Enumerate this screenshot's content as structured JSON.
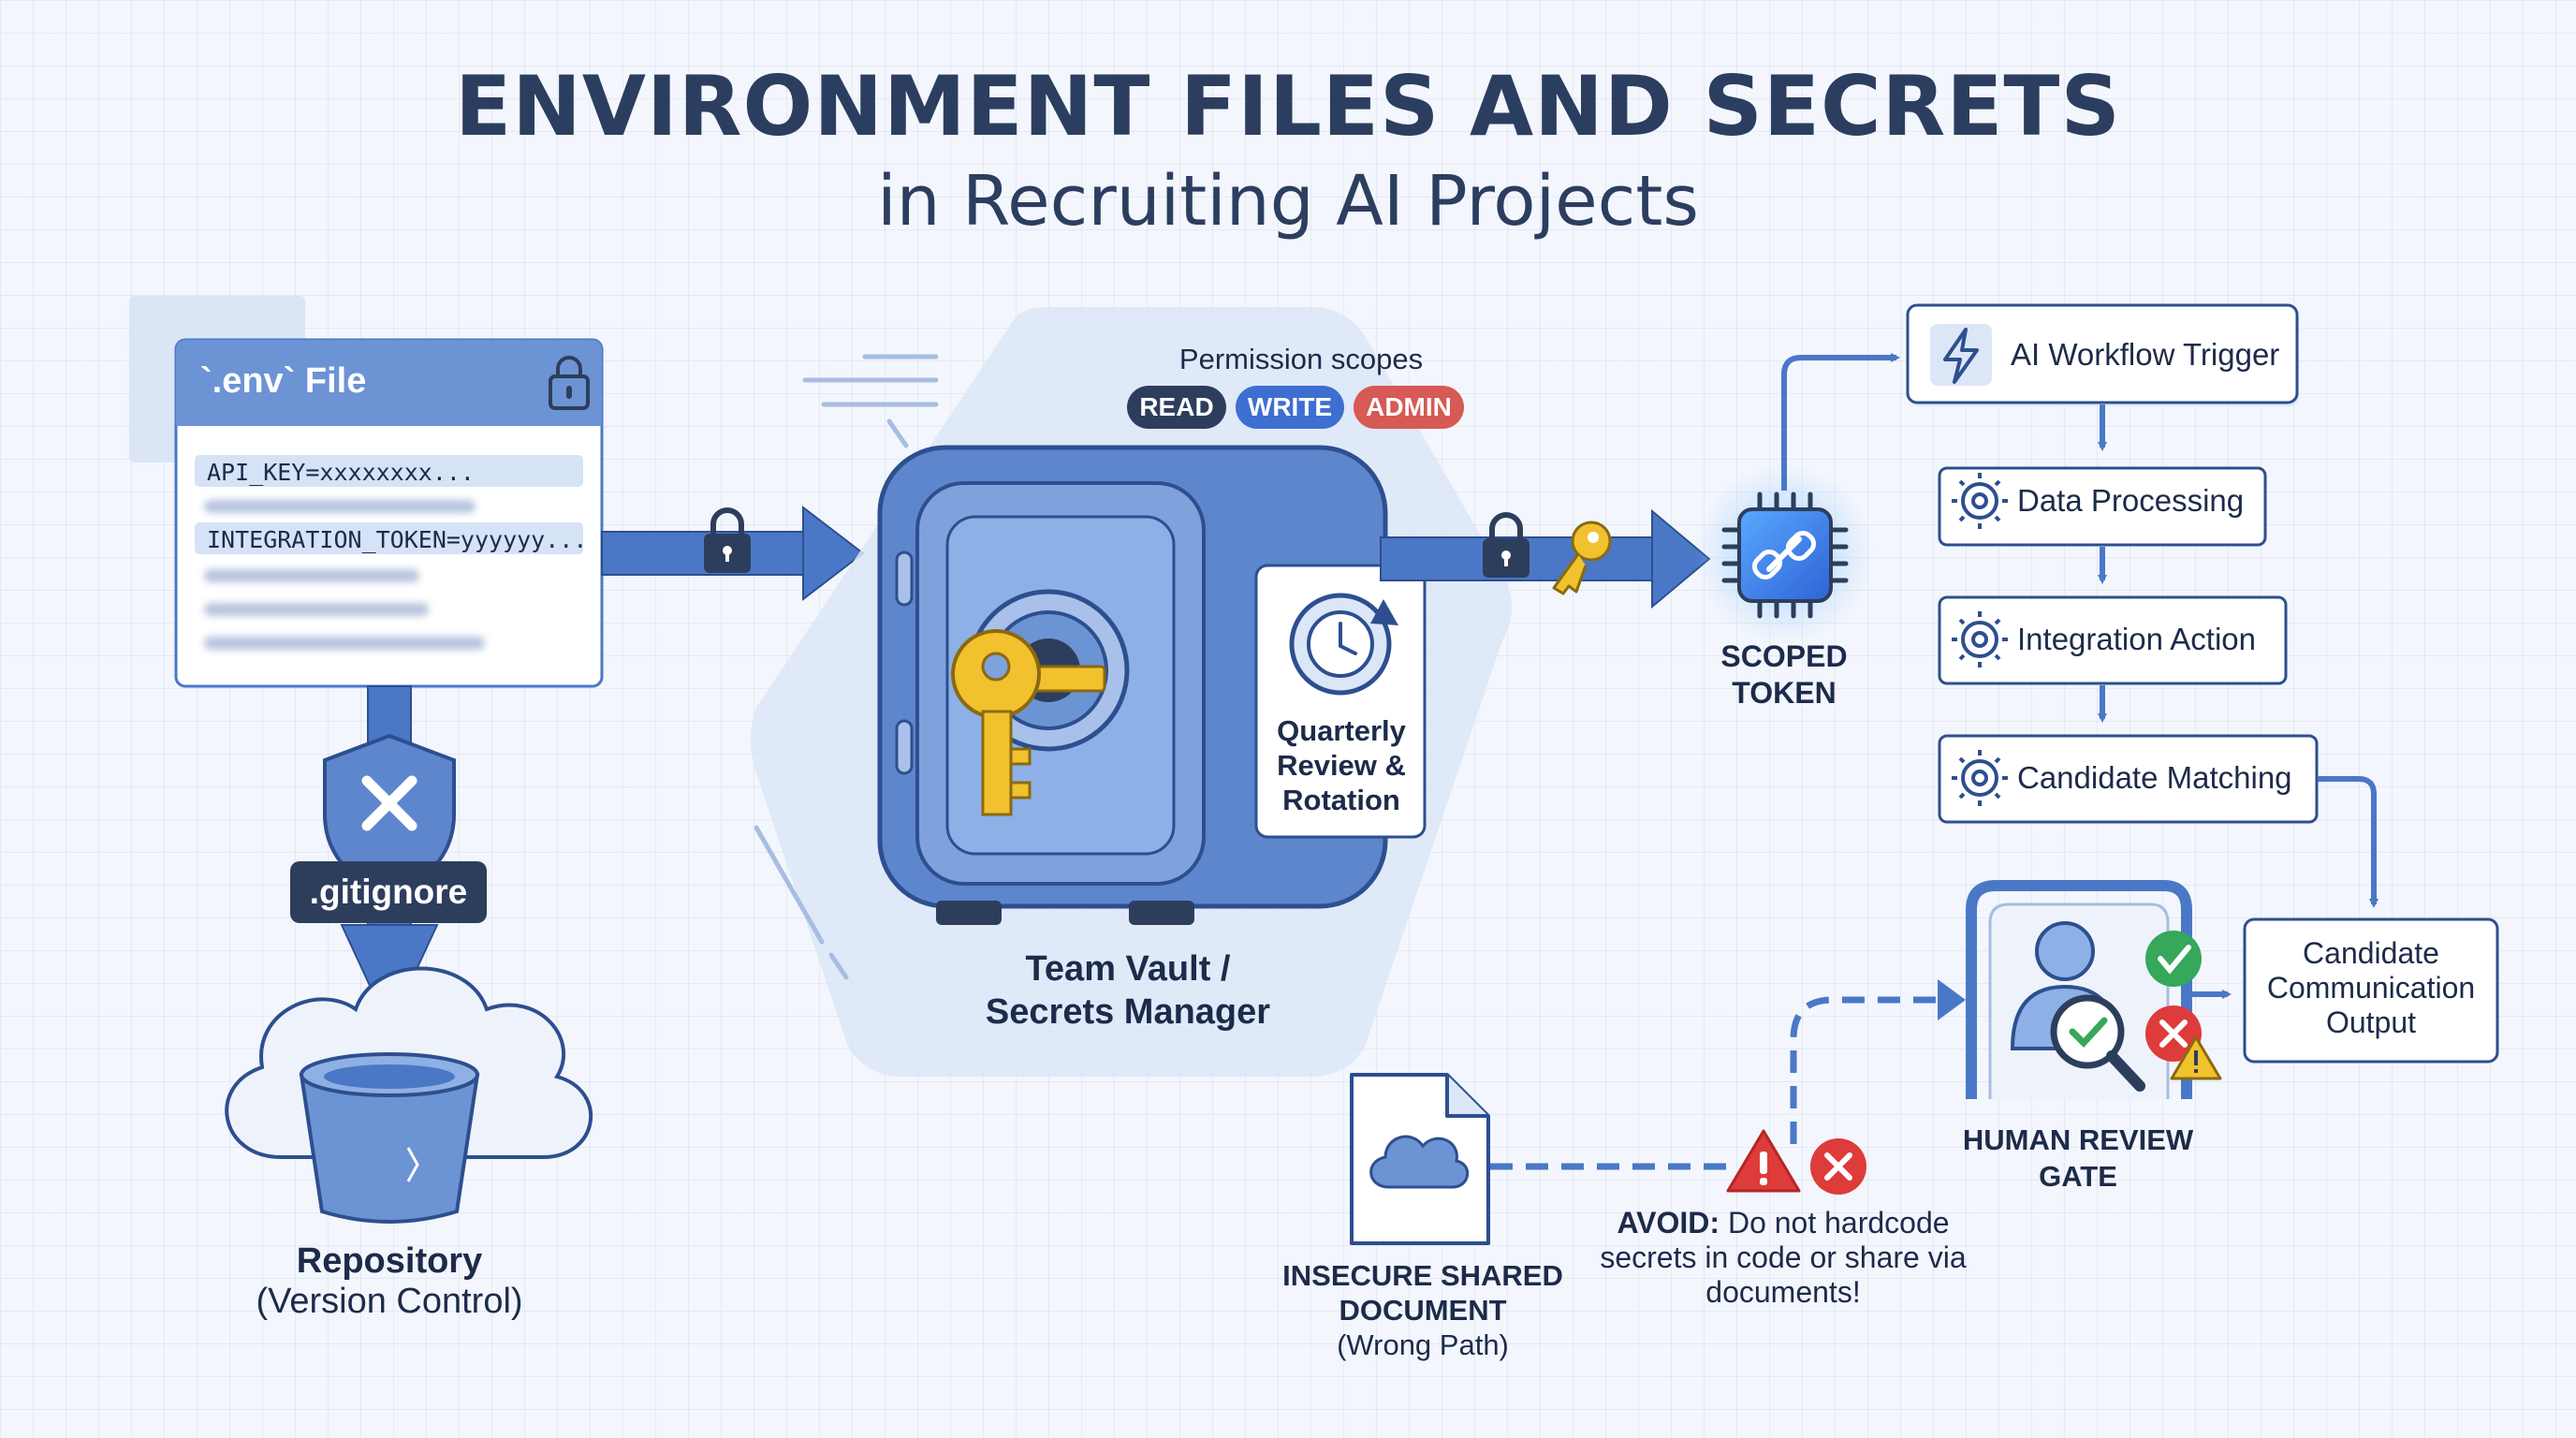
{
  "title": "ENVIRONMENT FILES AND SECRETS",
  "subtitle": "in Recruiting AI Projects",
  "env_file": {
    "title": "`.env` File",
    "lines": [
      "API_KEY=xxxxxxxx...",
      "INTEGRATION_TOKEN=yyyyyy..."
    ]
  },
  "gitignore": ".gitignore",
  "repository": {
    "name": "Repository",
    "sub": "(Version Control)"
  },
  "vault": {
    "scopes_title": "Permission scopes",
    "scopes": [
      "READ",
      "WRITE",
      "ADMIN"
    ],
    "rotation": "Quarterly Review & Rotation",
    "line1": "Team Vault /",
    "line2": "Secrets Manager"
  },
  "token": {
    "line1": "SCOPED",
    "line2": "TOKEN"
  },
  "workflow": {
    "trigger": "AI Workflow Trigger",
    "steps": [
      "Data Processing",
      "Integration Action",
      "Candidate Matching"
    ]
  },
  "review_gate": "HUMAN REVIEW GATE",
  "output": "Candidate Communication Output",
  "insecure_doc": {
    "line1": "INSECURE SHARED",
    "line2": "DOCUMENT",
    "line3": "(Wrong Path)"
  },
  "avoid": {
    "label": "AVOID:",
    "text": "Do not hardcode secrets in code or share via documents!"
  },
  "colors": {
    "accent_blue": "#4a78c7",
    "navy": "#2d3e5d",
    "read_pill": "#2d3e5d",
    "write_pill": "#3e6fd0",
    "admin_pill": "#d65a55",
    "key_gold": "#f2c12e",
    "danger_red": "#de3b3b",
    "success_green": "#35a85a"
  },
  "icons": [
    "lock-icon",
    "shield-x-icon",
    "bucket-icon",
    "cloud-icon",
    "safe-icon",
    "key-icon",
    "rotation-clock-icon",
    "chip-link-icon",
    "lightning-icon",
    "gear-icon",
    "person-magnifier-icon",
    "check-icon",
    "x-icon",
    "warning-icon",
    "document-icon"
  ]
}
